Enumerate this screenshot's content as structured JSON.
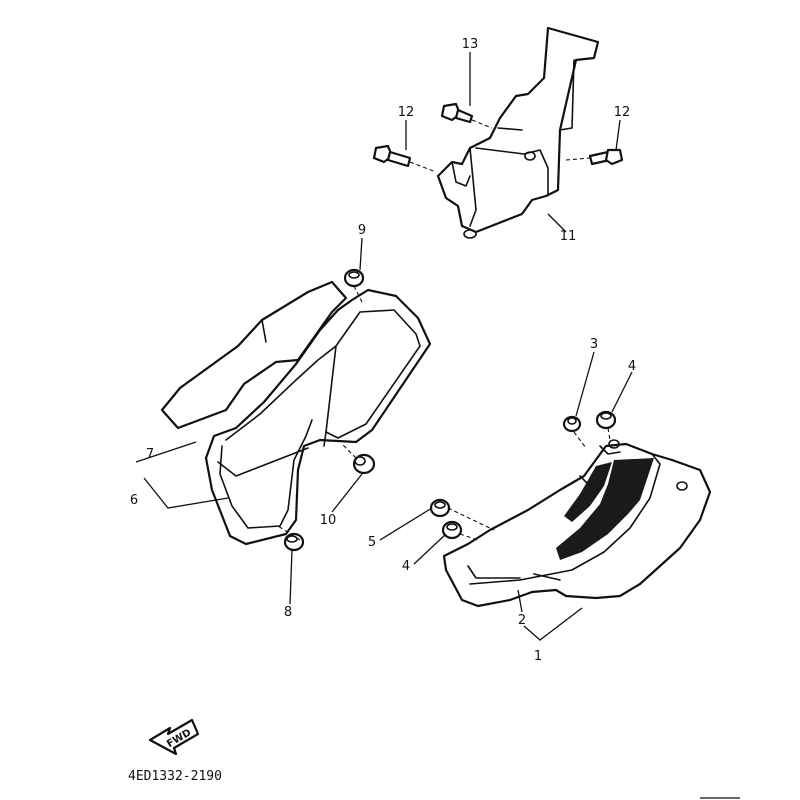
{
  "callouts": {
    "p1": "1",
    "p2": "2",
    "p3": "3",
    "p4a": "4",
    "p4b": "4",
    "p5": "5",
    "p6": "6",
    "p7": "7",
    "p8": "8",
    "p9": "9",
    "p10": "10",
    "p11": "11",
    "p12a": "12",
    "p12b": "12",
    "p13": "13"
  },
  "direction_arrow": {
    "label": "FWD",
    "icon": "forward-arrow-icon"
  },
  "diagram_code": "4ED1332-2190"
}
